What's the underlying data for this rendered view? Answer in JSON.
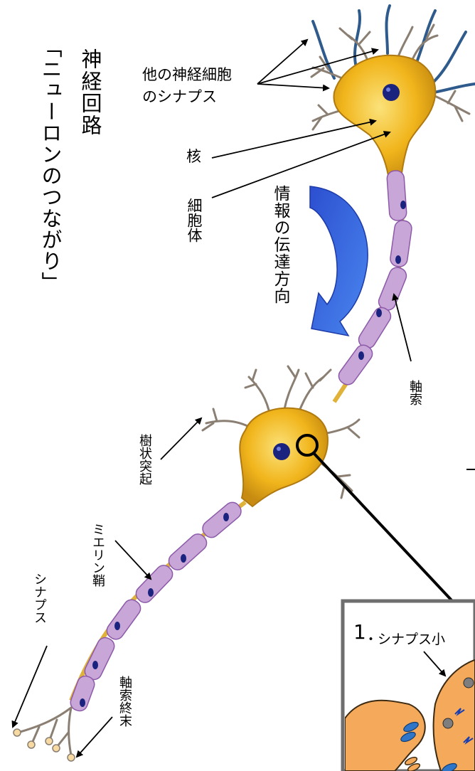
{
  "title": "神経回路",
  "subtitle": "「ニューロンのつながり」",
  "labels": {
    "other_synapse": [
      "他の神経細胞",
      "のシナプス"
    ],
    "nucleus": "核",
    "soma": "細胞体",
    "flow": "情報の伝達方向",
    "axon": "軸索",
    "dendrite": "樹状突起",
    "myelin": "ミエリン鞘",
    "synapse": "シナプス",
    "axon_terminal": "軸索終末"
  },
  "inset": {
    "number": "1",
    "label": "・シナプス小"
  },
  "colors": {
    "cell_body": "#f1b51c",
    "cell_outline": "#b07a10",
    "nucleus": "#1a237e",
    "myelin": "#c9a6d8",
    "myelin_outline": "#8c5aa8",
    "dendrite_gray": "#8a7f72",
    "synapse_blue": "#2f5b8c",
    "arrow_blue": "#3a64d8",
    "inset_fill": "#f5a95a",
    "inset_border": "#6e6e6e"
  },
  "icons": [
    "curved-arrow-icon",
    "magnifier-circle-icon"
  ]
}
